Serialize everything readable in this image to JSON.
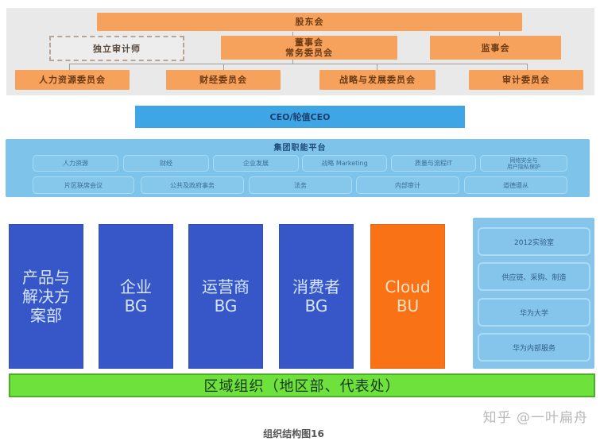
{
  "governance": {
    "shareholders": "股东会",
    "independent_auditor": "独立审计师",
    "board": "董事会\n常务委员会",
    "board_line1": "董事会",
    "board_line2": "常务委员会",
    "supervisory_board": "监事会",
    "committees": [
      "人力资源委员会",
      "财经委员会",
      "战略与发展委员会",
      "审计委员会"
    ]
  },
  "ceo": {
    "label": "CEO/轮值CEO"
  },
  "platform": {
    "title": "集团职能平台",
    "row1": [
      "人力资源",
      "财经",
      "企业发展",
      "战略 Marketing",
      "质量与流程IT",
      "网络安全与\n用户隐私保护"
    ],
    "row2": [
      "片区联席会议",
      "公共及政府事务",
      "法务",
      "内部审计",
      "道德遵从"
    ]
  },
  "business_groups": [
    {
      "label": "产品与\n解决方\n案部",
      "color": "#3757c8"
    },
    {
      "label": "企业\nBG",
      "color": "#3757c8"
    },
    {
      "label": "运营商\nBG",
      "color": "#3757c8"
    },
    {
      "label": "消费者\nBG",
      "color": "#3757c8"
    },
    {
      "label": "Cloud\nBU",
      "color": "#f97316"
    }
  ],
  "support": [
    "2012实验室",
    "供应链、采购、制造",
    "华为大学",
    "华为内部服务"
  ],
  "region": {
    "label": "区域组织（地区部、代表处）"
  },
  "caption": "组织结构图16",
  "watermark": "知乎 @一叶扁舟",
  "colors": {
    "governance_orange": "#f7a25c",
    "ceo_blue": "#3ea6e4",
    "platform_blue": "#7ec3ea",
    "bg_blue": "#3757c8",
    "cloud_orange": "#f97316",
    "region_green": "#6ee13c"
  }
}
